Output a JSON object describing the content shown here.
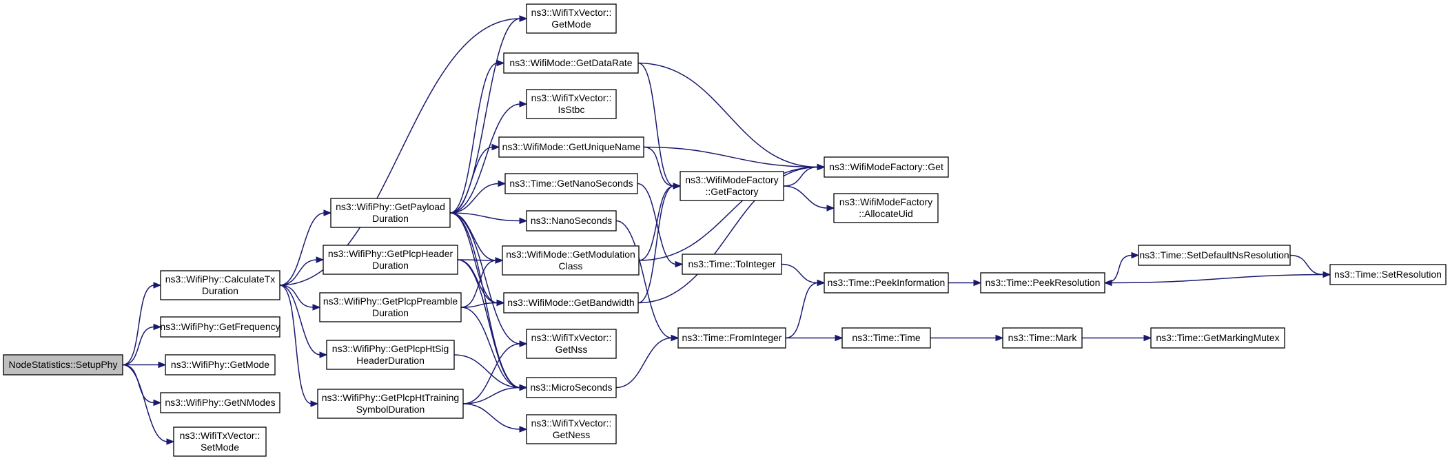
{
  "diagram": {
    "type": "call-graph",
    "colors": {
      "edge": "#191970",
      "root_fill": "#bfbfbf",
      "node_fill": "#ffffff",
      "border": "#000000"
    },
    "nodes": [
      {
        "id": "setupphy",
        "lines": [
          "NodeStatistics::SetupPhy"
        ],
        "root": true
      },
      {
        "id": "calctx",
        "lines": [
          "ns3::WifiPhy::CalculateTx",
          "Duration"
        ]
      },
      {
        "id": "getfreq",
        "lines": [
          "ns3::WifiPhy::GetFrequency"
        ]
      },
      {
        "id": "phygetmode",
        "lines": [
          "ns3::WifiPhy::GetMode"
        ]
      },
      {
        "id": "getnmodes",
        "lines": [
          "ns3::WifiPhy::GetNModes"
        ]
      },
      {
        "id": "txsetmode",
        "lines": [
          "ns3::WifiTxVector::",
          "SetMode"
        ]
      },
      {
        "id": "getpayload",
        "lines": [
          "ns3::WifiPhy::GetPayload",
          "Duration"
        ]
      },
      {
        "id": "plcpheader",
        "lines": [
          "ns3::WifiPhy::GetPlcpHeader",
          "Duration"
        ]
      },
      {
        "id": "plcppreamble",
        "lines": [
          "ns3::WifiPhy::GetPlcpPreamble",
          "Duration"
        ]
      },
      {
        "id": "plcphtsig",
        "lines": [
          "ns3::WifiPhy::GetPlcpHtSig",
          "HeaderDuration"
        ]
      },
      {
        "id": "plcphttrain",
        "lines": [
          "ns3::WifiPhy::GetPlcpHtTraining",
          "SymbolDuration"
        ]
      },
      {
        "id": "txgetmode",
        "lines": [
          "ns3::WifiTxVector::",
          "GetMode"
        ]
      },
      {
        "id": "getdatarate",
        "lines": [
          "ns3::WifiMode::GetDataRate"
        ]
      },
      {
        "id": "isstbc",
        "lines": [
          "ns3::WifiTxVector::",
          "IsStbc"
        ]
      },
      {
        "id": "uniquename",
        "lines": [
          "ns3::WifiMode::GetUniqueName"
        ]
      },
      {
        "id": "getnanosec",
        "lines": [
          "ns3::Time::GetNanoSeconds"
        ]
      },
      {
        "id": "nanosec",
        "lines": [
          "ns3::NanoSeconds"
        ]
      },
      {
        "id": "modclass",
        "lines": [
          "ns3::WifiMode::GetModulation",
          "Class"
        ]
      },
      {
        "id": "bandwidth",
        "lines": [
          "ns3::WifiMode::GetBandwidth"
        ]
      },
      {
        "id": "getnss",
        "lines": [
          "ns3::WifiTxVector::",
          "GetNss"
        ]
      },
      {
        "id": "microsec",
        "lines": [
          "ns3::MicroSeconds"
        ]
      },
      {
        "id": "getness",
        "lines": [
          "ns3::WifiTxVector::",
          "GetNess"
        ]
      },
      {
        "id": "getfactory",
        "lines": [
          "ns3::WifiModeFactory",
          "::GetFactory"
        ]
      },
      {
        "id": "factoryget",
        "lines": [
          "ns3::WifiModeFactory::Get"
        ]
      },
      {
        "id": "allocuid",
        "lines": [
          "ns3::WifiModeFactory",
          "::AllocateUid"
        ]
      },
      {
        "id": "tointeger",
        "lines": [
          "ns3::Time::ToInteger"
        ]
      },
      {
        "id": "frominteger",
        "lines": [
          "ns3::Time::FromInteger"
        ]
      },
      {
        "id": "peekinfo",
        "lines": [
          "ns3::Time::PeekInformation"
        ]
      },
      {
        "id": "timetime",
        "lines": [
          "ns3::Time::Time"
        ]
      },
      {
        "id": "peekres",
        "lines": [
          "ns3::Time::PeekResolution"
        ]
      },
      {
        "id": "mark",
        "lines": [
          "ns3::Time::Mark"
        ]
      },
      {
        "id": "setdefres",
        "lines": [
          "ns3::Time::SetDefaultNsResolution"
        ]
      },
      {
        "id": "setres",
        "lines": [
          "ns3::Time::SetResolution"
        ]
      },
      {
        "id": "markmutex",
        "lines": [
          "ns3::Time::GetMarkingMutex"
        ]
      }
    ],
    "edges": [
      [
        "setupphy",
        "calctx"
      ],
      [
        "setupphy",
        "getfreq"
      ],
      [
        "setupphy",
        "phygetmode"
      ],
      [
        "setupphy",
        "getnmodes"
      ],
      [
        "setupphy",
        "txsetmode"
      ],
      [
        "calctx",
        "txgetmode"
      ],
      [
        "calctx",
        "getpayload"
      ],
      [
        "calctx",
        "plcpheader"
      ],
      [
        "calctx",
        "plcppreamble"
      ],
      [
        "calctx",
        "plcphtsig"
      ],
      [
        "calctx",
        "plcphttrain"
      ],
      [
        "getpayload",
        "txgetmode"
      ],
      [
        "getpayload",
        "getdatarate"
      ],
      [
        "getpayload",
        "isstbc"
      ],
      [
        "getpayload",
        "uniquename"
      ],
      [
        "getpayload",
        "getnanosec"
      ],
      [
        "getpayload",
        "nanosec"
      ],
      [
        "getpayload",
        "modclass"
      ],
      [
        "getpayload",
        "bandwidth"
      ],
      [
        "getpayload",
        "getnss"
      ],
      [
        "getpayload",
        "microsec"
      ],
      [
        "plcpheader",
        "modclass"
      ],
      [
        "plcpheader",
        "bandwidth"
      ],
      [
        "plcpheader",
        "microsec"
      ],
      [
        "plcppreamble",
        "modclass"
      ],
      [
        "plcppreamble",
        "bandwidth"
      ],
      [
        "plcppreamble",
        "microsec"
      ],
      [
        "plcphtsig",
        "microsec"
      ],
      [
        "plcphttrain",
        "getnss"
      ],
      [
        "plcphttrain",
        "microsec"
      ],
      [
        "plcphttrain",
        "getness"
      ],
      [
        "getdatarate",
        "getfactory"
      ],
      [
        "getdatarate",
        "factoryget"
      ],
      [
        "uniquename",
        "getfactory"
      ],
      [
        "uniquename",
        "factoryget"
      ],
      [
        "getnanosec",
        "tointeger"
      ],
      [
        "nanosec",
        "frominteger"
      ],
      [
        "modclass",
        "getfactory"
      ],
      [
        "modclass",
        "factoryget"
      ],
      [
        "bandwidth",
        "getfactory"
      ],
      [
        "bandwidth",
        "factoryget"
      ],
      [
        "microsec",
        "frominteger"
      ],
      [
        "getfactory",
        "factoryget"
      ],
      [
        "getfactory",
        "allocuid"
      ],
      [
        "tointeger",
        "peekinfo"
      ],
      [
        "frominteger",
        "peekinfo"
      ],
      [
        "frominteger",
        "timetime"
      ],
      [
        "peekinfo",
        "peekres"
      ],
      [
        "timetime",
        "mark"
      ],
      [
        "peekres",
        "setdefres"
      ],
      [
        "setdefres",
        "setres"
      ],
      [
        "setres",
        "peekres"
      ],
      [
        "mark",
        "markmutex"
      ]
    ]
  }
}
